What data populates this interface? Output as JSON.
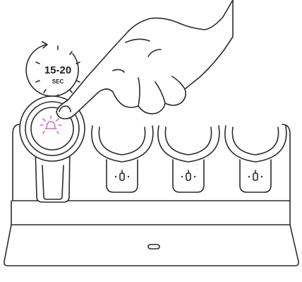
{
  "timer": {
    "duration_label": "15-20",
    "unit_label": "SEC"
  },
  "colors": {
    "line": "#2b2b2b",
    "indicator_light": "#c27ac9",
    "background": "#ffffff"
  },
  "icons": [
    "stopwatch-icon",
    "light-burst-icon",
    "pointing-hand",
    "connector-icon"
  ]
}
